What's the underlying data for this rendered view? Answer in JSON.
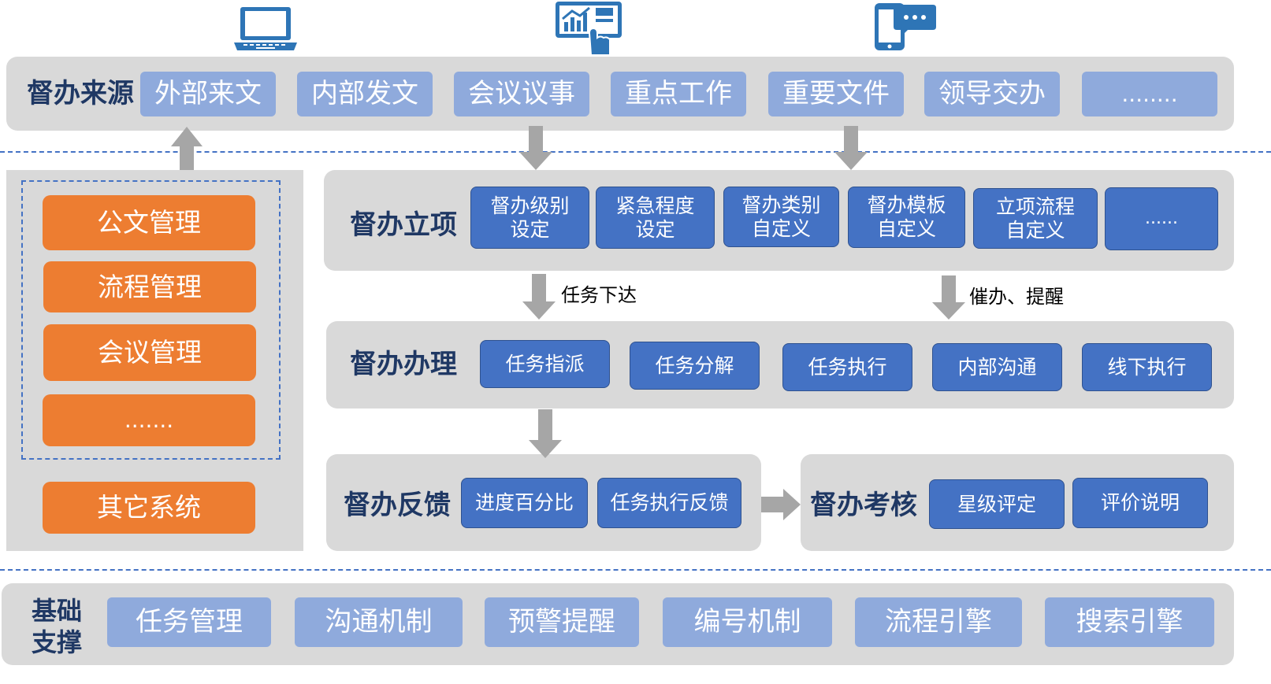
{
  "source": {
    "title": "督办来源",
    "items": [
      "外部来文",
      "内部发文",
      "会议议事",
      "重点工作",
      "重要文件",
      "领导交办",
      "........"
    ]
  },
  "left": {
    "items": [
      "公文管理",
      "流程管理",
      "会议管理",
      "......."
    ],
    "other": "其它系统"
  },
  "setup": {
    "title": "督办立项",
    "items": [
      "督办级别\n设定",
      "紧急程度\n设定",
      "督办类别\n自定义",
      "督办模板\n自定义",
      "立项流程\n自定义",
      "......"
    ]
  },
  "notes": {
    "dispatch": "任务下达",
    "remind": "催办、提醒"
  },
  "handle": {
    "title": "督办办理",
    "items": [
      "任务指派",
      "任务分解",
      "任务执行",
      "内部沟通",
      "线下执行"
    ]
  },
  "feedback": {
    "title": "督办反馈",
    "items": [
      "进度百分比",
      "任务执行反馈"
    ]
  },
  "assess": {
    "title": "督办考核",
    "items": [
      "星级评定",
      "评价说明"
    ]
  },
  "base": {
    "title": "基础\n支撑",
    "items": [
      "任务管理",
      "沟通机制",
      "预警提醒",
      "编号机制",
      "流程引擎",
      "搜索引擎"
    ]
  },
  "icons": [
    "laptop-icon",
    "touch-chart-icon",
    "mobile-chat-icon"
  ],
  "colors": {
    "light_box": "#8faadc",
    "dark_box": "#4472c4",
    "orange_box": "#ed7d31",
    "panel": "#d9d9d9",
    "title": "#1f3864",
    "arrow": "#a6a6a6"
  }
}
